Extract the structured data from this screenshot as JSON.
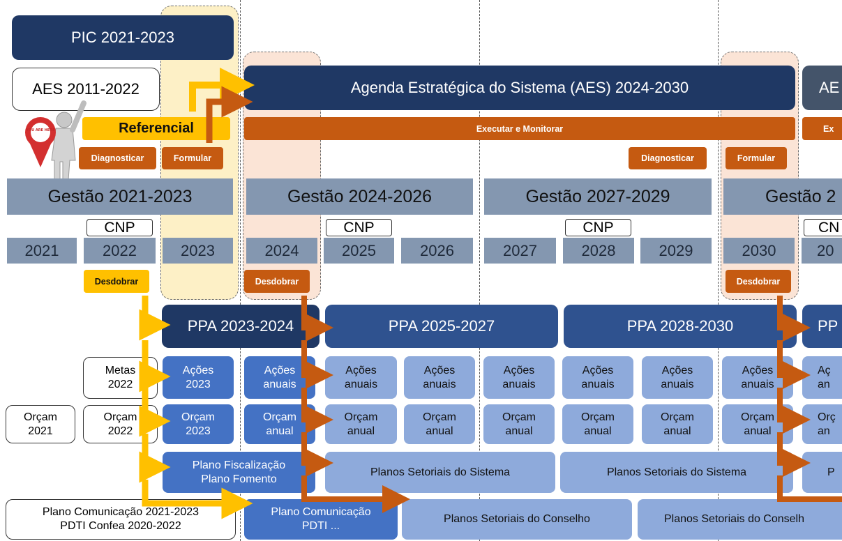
{
  "pic": "PIC 2021-2023",
  "aes_old": "AES 2011-2022",
  "aes_new": "Agenda Estratégica do Sistema (AES) 2024-2030",
  "aes_next_partial": "AE",
  "referencial": "Referencial",
  "executar": "Executar e Monitorar",
  "executar_partial": "Ex",
  "you_are_here": "YOU ARE HERE",
  "tags": {
    "diagnosticar_1": "Diagnosticar",
    "formular_1": "Formular",
    "diagnosticar_2": "Diagnosticar",
    "formular_2": "Formular",
    "desdobrar_1": "Desdobrar",
    "desdobrar_2": "Desdobrar",
    "desdobrar_3": "Desdobrar"
  },
  "gestao": [
    "Gestão 2021-2023",
    "Gestão 2024-2026",
    "Gestão 2027-2029",
    "Gestão 2"
  ],
  "cnp": [
    "CNP",
    "CNP",
    "CNP",
    "CN"
  ],
  "years": [
    "2021",
    "2022",
    "2023",
    "2024",
    "2025",
    "2026",
    "2027",
    "2028",
    "2029",
    "2030",
    "20"
  ],
  "ppa": [
    "PPA 2023-2024",
    "PPA 2025-2027",
    "PPA 2028-2030",
    "PP"
  ],
  "acoes": {
    "metas": [
      "Metas",
      "2022"
    ],
    "first": [
      "Ações",
      "2023"
    ],
    "annual": [
      "Ações",
      "anuais"
    ],
    "partial": [
      "Aç",
      "an"
    ]
  },
  "orcam": {
    "y2021": [
      "Orçam",
      "2021"
    ],
    "y2022": [
      "Orçam",
      "2022"
    ],
    "first": [
      "Orçam",
      "2023"
    ],
    "annual": [
      "Orçam",
      "anual"
    ],
    "partial": [
      "Orç",
      "an"
    ]
  },
  "plano_fisc": [
    "Plano Fiscalização",
    "Plano Fomento"
  ],
  "planos_sistema": "Planos Setoriais do Sistema",
  "planos_sistema_partial": "P",
  "plano_com_old": [
    "Plano Comunicação 2021-2023",
    "PDTI Confea 2020-2022"
  ],
  "plano_com_new": [
    "Plano Comunicação",
    "PDTI ..."
  ],
  "planos_conselho": "Planos Setoriais do Conselho",
  "planos_conselho_partial": "Planos Setoriais do Conselh",
  "colors": {
    "navy": "#1f3864",
    "orange": "#c55a11",
    "yellow": "#ffc000",
    "slate": "#8497b0"
  }
}
